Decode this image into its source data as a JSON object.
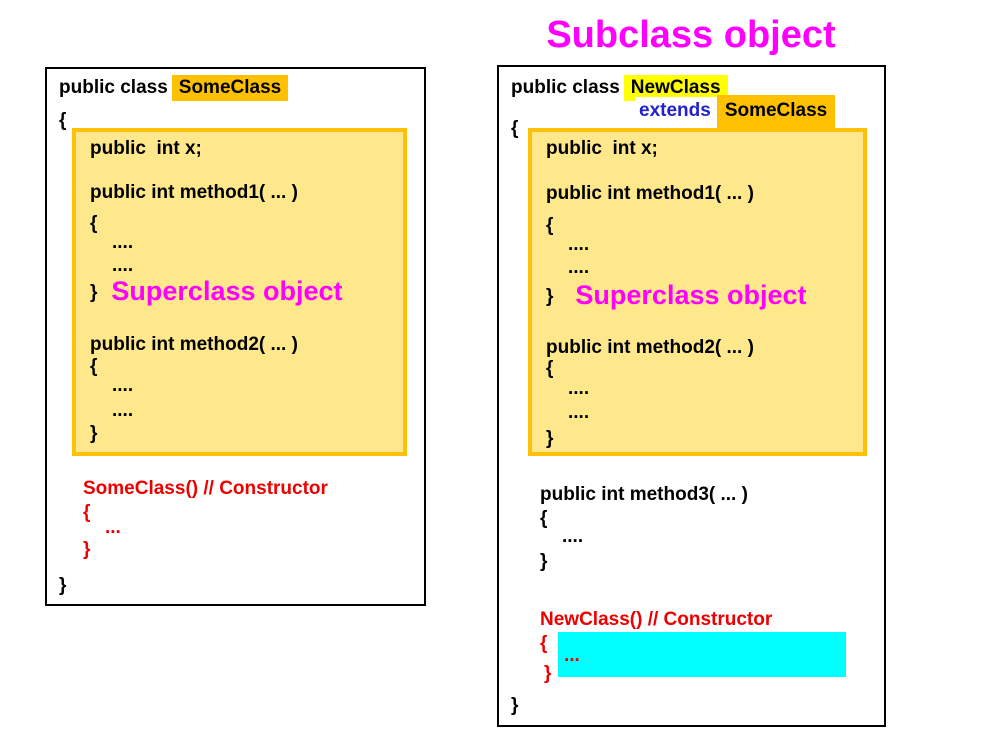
{
  "title": "Subclass object",
  "colors": {
    "magenta": "#FF00FF",
    "red": "#EE0000",
    "blue": "#2222CC",
    "amber": "#FFC000",
    "yellow": "#FFFF00",
    "box_fill": "#FFE88C",
    "box_border": "#FFC008",
    "cyan": "#00FFFF"
  },
  "left": {
    "decl_prefix": "public class",
    "decl_name": "SomeClass",
    "open": "{",
    "box": {
      "field": "public  int x;",
      "m1_sig": "public int method1( ... )",
      "m1_open": "{",
      "m1_dots": [
        "....",
        "...."
      ],
      "m1_close": "}",
      "super_label": "Superclass object",
      "m2_sig": "public int method2( ... )",
      "m2_open": "{",
      "m2_dots": [
        "....",
        "...."
      ],
      "m2_close": "}"
    },
    "ctor_sig": "SomeClass() // Constructor",
    "ctor_open": "{",
    "ctor_dots": "...",
    "ctor_close": "}",
    "close": "}"
  },
  "right": {
    "decl_prefix": "public class",
    "decl_name": "NewClass",
    "extends_kw": "extends",
    "extends_name": "SomeClass",
    "open": "{",
    "box": {
      "field": "public  int x;",
      "m1_sig": "public int method1( ... )",
      "m1_open": "{",
      "m1_dots": [
        "....",
        "...."
      ],
      "m1_close": "}",
      "super_label": "Superclass object",
      "m2_sig": "public int method2( ... )",
      "m2_open": "{",
      "m2_dots": [
        "....",
        "...."
      ],
      "m2_close": "}"
    },
    "m3_sig": "public int method3( ... )",
    "m3_open": "{",
    "m3_dots": "....",
    "m3_close": "}",
    "ctor_sig": "NewClass() // Constructor",
    "ctor_open": "{",
    "ctor_dots": "...",
    "ctor_close": "}",
    "close": "}"
  }
}
